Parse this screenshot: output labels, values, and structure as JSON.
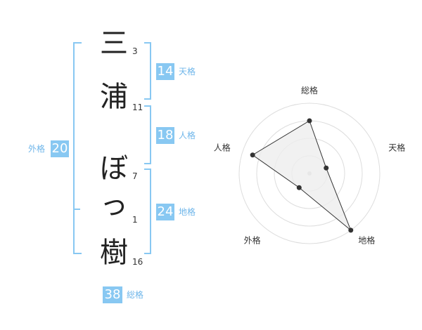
{
  "name": {
    "chars": [
      {
        "char": "三",
        "strokes": "3"
      },
      {
        "char": "浦",
        "strokes": "11"
      },
      {
        "char": "ぼ",
        "strokes": "7"
      },
      {
        "char": "っ",
        "strokes": "1"
      },
      {
        "char": "樹",
        "strokes": "16"
      }
    ]
  },
  "fortune": {
    "tenkaku": {
      "value": "14",
      "label": "天格"
    },
    "jinkaku": {
      "value": "18",
      "label": "人格"
    },
    "chikaku": {
      "value": "24",
      "label": "地格"
    },
    "gaikaku": {
      "value": "20",
      "label": "外格"
    },
    "soukaku": {
      "value": "38",
      "label": "総格"
    }
  },
  "colors": {
    "accent": "#88c8f2",
    "label": "#6fb6ea",
    "line": "#333333",
    "fill": "#eeeeee",
    "grid": "#dddddd"
  },
  "chart_data": {
    "type": "radar",
    "axes": [
      "総格",
      "天格",
      "地格",
      "外格",
      "人格"
    ],
    "values": [
      0.75,
      0.25,
      1.0,
      0.25,
      0.85
    ],
    "rings": 4
  }
}
